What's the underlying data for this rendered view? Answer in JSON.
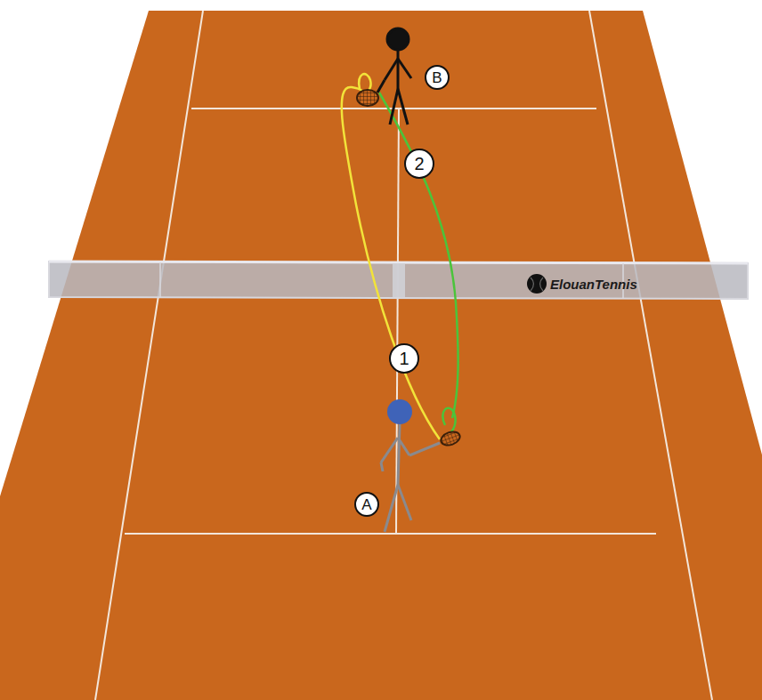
{
  "diagram": {
    "nodes": [
      {
        "text": [
          "B"
        ]
      },
      {
        "text": [
          "2"
        ]
      },
      {
        "text": [
          "1"
        ]
      },
      {
        "text": [
          "A"
        ]
      }
    ],
    "labels": [
      "ElouanTennis"
    ]
  }
}
